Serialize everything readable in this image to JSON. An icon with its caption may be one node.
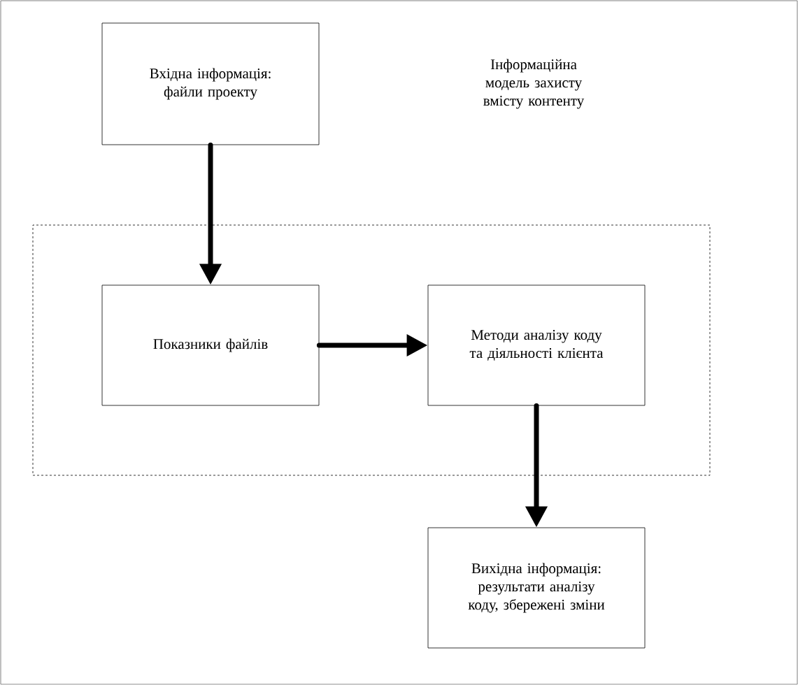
{
  "diagram": {
    "title": "Інформаційна модель захисту вмісту контенту",
    "nodes": [
      {
        "text": [
          "Вхідна інформація: файли проекту"
        ]
      },
      {
        "text": [],
        "shape": "box"
      },
      {
        "text": [
          "Показники файлів"
        ],
        "in": 1
      },
      {
        "text": [
          "Методи аналізу коду та діяльності клієнта"
        ],
        "in": 1
      },
      {
        "text": [
          "Вихідна інформація: результати аналізу коду, збережені зміни"
        ]
      }
    ],
    "edges": [
      {
        "from": 0,
        "to": 2,
        "arrow": "to"
      },
      {
        "from": 2,
        "to": 3,
        "arrow": "to"
      },
      {
        "from": 3,
        "to": 4,
        "arrow": "to"
      }
    ]
  }
}
